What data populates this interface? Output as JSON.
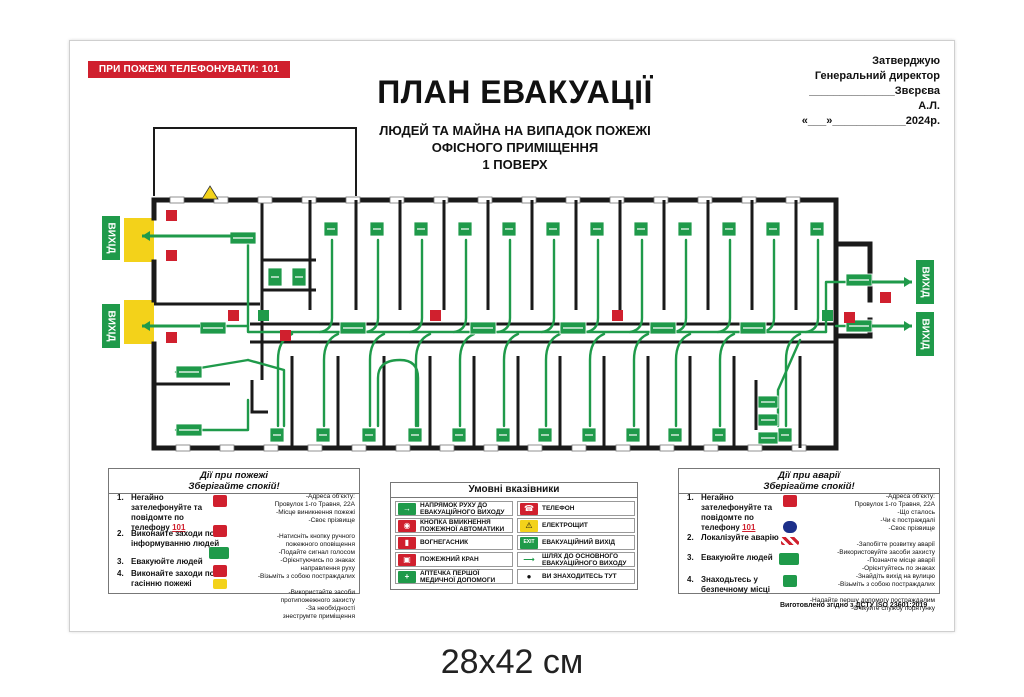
{
  "phone_banner": "ПРИ ПОЖЕЖІ ТЕЛЕФОНУВАТИ: 101",
  "title": "ПЛАН ЕВАКУАЦІЇ",
  "subtitle": [
    "ЛЮДЕЙ ТА МАЙНА НА ВИПАДОК ПОЖЕЖІ",
    "ОФІСНОГО ПРИМІЩЕННЯ",
    "1 ПОВЕРХ"
  ],
  "approval": [
    "Затверджую",
    "Генеральний директор",
    "______________Звєрєва А.Л.",
    "«___»____________2024р."
  ],
  "exit_label": "ВИХІД",
  "fire_panel": {
    "heading": [
      "Дії при пожежі",
      "Зберігайте спокій!"
    ],
    "steps": [
      {
        "n": "1.",
        "text": "Негайно зателефонуйте та повідомте по телефону",
        "num": "101"
      },
      {
        "n": "2.",
        "text": "Виконайте заходи по інформуванню людей",
        "num": ""
      },
      {
        "n": "3.",
        "text": "Евакуюйте людей",
        "num": ""
      },
      {
        "n": "4.",
        "text": "Виконайте заходи по гасінню пожежі",
        "num": ""
      }
    ],
    "notes": [
      "-Адреса об'єкту:",
      "Провулок 1-го Травня, 22А",
      "-Місце виникнення пожежі",
      "-Своє прізвище",
      "",
      "-Натисніть кнопку ручного",
      "пожежного оповіщення",
      "-Подайте сигнал голосом",
      "-Орієнтуючись по знаках",
      "направлення руху",
      "-Візьміть з собою постраждалих",
      "",
      "-Використайте засоби",
      "протипожежного захисту",
      "-За необхідності",
      "знеструмте приміщення"
    ]
  },
  "legend": {
    "title": "Умовні вказівники",
    "items": [
      "НАПРЯМОК РУХУ ДО ЕВАКУАЦІЙНОГО ВИХОДУ",
      "ТЕЛЕФОН",
      "КНОПКА ВМИКНЕННЯ ПОЖЕЖНОЇ АВТОМАТИКИ",
      "ЕЛЕКТРОЩИТ",
      "ВОГНЕГАСНИК",
      "ЕВАКУАЦІЙНИЙ ВИХІД",
      "ПОЖЕЖНИЙ КРАН",
      "ШЛЯХ ДО ОСНОВНОГО ЕВАКУАЦІЙНОГО ВИХОДУ",
      "АПТЕЧКА ПЕРШОЇ МЕДИЧНОЇ ДОПОМОГИ",
      "ВИ ЗНАХОДИТЕСЬ ТУТ"
    ]
  },
  "accident_panel": {
    "heading": [
      "Дії при аварії",
      "Зберігайте спокій!"
    ],
    "steps": [
      {
        "n": "1.",
        "text": "Негайно зателефонуйте та повідомте по телефону",
        "num": "101"
      },
      {
        "n": "2.",
        "text": "Локалізуйте аварію",
        "num": ""
      },
      {
        "n": "3.",
        "text": "Евакуюйте людей",
        "num": ""
      },
      {
        "n": "4.",
        "text": "Знаходьтесь у безпечному місці",
        "num": ""
      }
    ],
    "notes": [
      "-Адреса об'єкту:",
      "Провулок 1-го Травня, 22А",
      "-Що сталось",
      "-Чи є постраждалі",
      "-Своє прізвище",
      "",
      "-Запобігте розвитку аварії",
      "-Використовуйте засоби захисту",
      "-Позначте місце аварії",
      "-Орієнтуйтесь по знаках",
      "-Знайдіть вихід на вулицю",
      "-Візьміть з собою постраждалих",
      "",
      "-Надайте першу допомогу постраждалим",
      "-Очікуйте службу порятунку"
    ]
  },
  "footer_note": "Виготовлено згідно з ДСТУ ISO 23601:2019",
  "size_caption": "28x42 см",
  "colors": {
    "green": "#1f9a4a",
    "red": "#d0202e",
    "yellow": "#f3d21a",
    "wall": "#1a1a1a"
  }
}
